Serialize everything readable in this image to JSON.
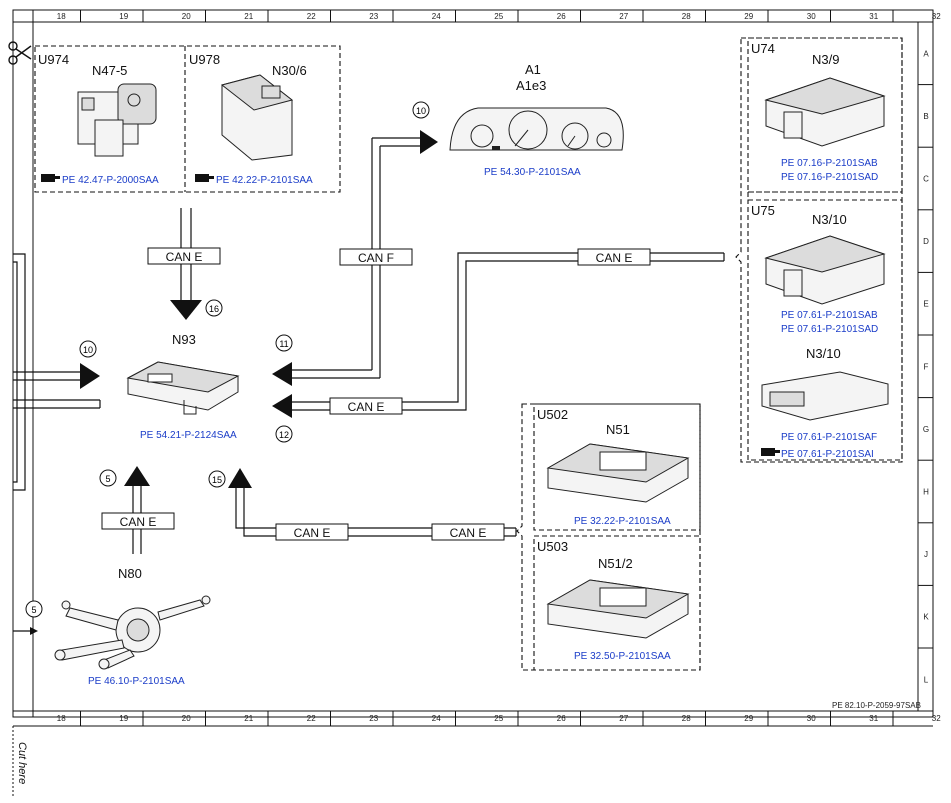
{
  "grid": {
    "columns": [
      "18",
      "19",
      "20",
      "21",
      "22",
      "23",
      "24",
      "25",
      "26",
      "27",
      "28",
      "29",
      "30",
      "31",
      "32"
    ],
    "rows": [
      "A",
      "B",
      "C",
      "D",
      "E",
      "F",
      "G",
      "H",
      "J",
      "K",
      "L"
    ]
  },
  "groups": {
    "u974": "U974",
    "u978": "U978",
    "u74": "U74",
    "u75": "U75",
    "u502": "U502",
    "u503": "U503"
  },
  "components": {
    "n47_5": {
      "name": "N47-5",
      "ref": "PE 42.47-P-2000SAA"
    },
    "n30_6": {
      "name": "N30/6",
      "ref": "PE 42.22-P-2101SAA"
    },
    "a1": {
      "name": "A1",
      "sub": "A1e3",
      "ref": "PE 54.30-P-2101SAA"
    },
    "n3_9": {
      "name": "N3/9",
      "ref1": "PE 07.16-P-2101SAB",
      "ref2": "PE 07.16-P-2101SAD"
    },
    "n3_10a": {
      "name": "N3/10",
      "ref1": "PE 07.61-P-2101SAB",
      "ref2": "PE 07.61-P-2101SAD"
    },
    "n3_10b": {
      "name": "N3/10",
      "ref1": "PE 07.61-P-2101SAF",
      "ref2": "PE 07.61-P-2101SAI"
    },
    "n93": {
      "name": "N93",
      "ref": "PE 54.21-P-2124SAA"
    },
    "n51": {
      "name": "N51",
      "ref": "PE 32.22-P-2101SAA"
    },
    "n51_2": {
      "name": "N51/2",
      "ref": "PE 32.50-P-2101SAA"
    },
    "n80": {
      "name": "N80",
      "ref": "PE 46.10-P-2101SAA"
    }
  },
  "bus_labels": {
    "can_e_top": "CAN E",
    "can_f": "CAN F",
    "can_e_right": "CAN E",
    "can_e_n93": "CAN E",
    "can_e_n80": "CAN E",
    "can_e_bottom1": "CAN E",
    "can_e_bottom2": "CAN E"
  },
  "markers": {
    "m10_top": "10",
    "m16": "16",
    "m11": "11",
    "m12": "12",
    "m10_left": "10",
    "m5": "5",
    "m15": "15",
    "m5_left": "5"
  },
  "footer": {
    "doc_ref": "PE 82.10-P-2059-97SAB",
    "cut_here": "Cut here"
  }
}
